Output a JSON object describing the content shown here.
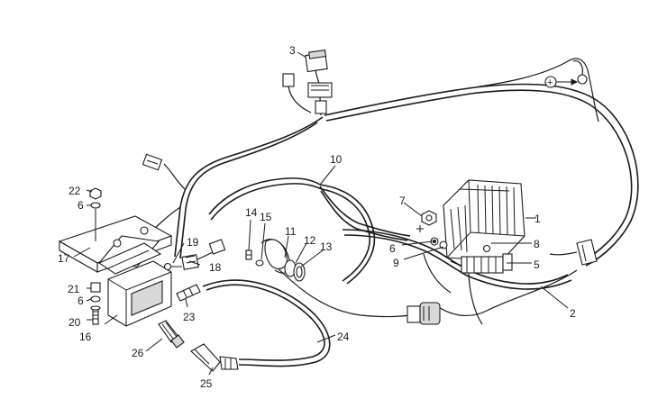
{
  "callouts": {
    "c1": "1",
    "c2": "2",
    "c3": "3",
    "c4": "5",
    "c5": "6",
    "c6": "6",
    "c7": "6",
    "c8": "7",
    "c9": "8",
    "c10": "9",
    "c11": "10",
    "c12": "11",
    "c13": "12",
    "c14": "13",
    "c15": "14",
    "c16": "15",
    "c17": "16",
    "c18": "17",
    "c19": "18",
    "c20": "19",
    "c21": "20",
    "c22": "21",
    "c23": "22",
    "c24": "23",
    "c25": "24",
    "c26": "25",
    "c27": "26"
  },
  "ground_symbol": "+"
}
